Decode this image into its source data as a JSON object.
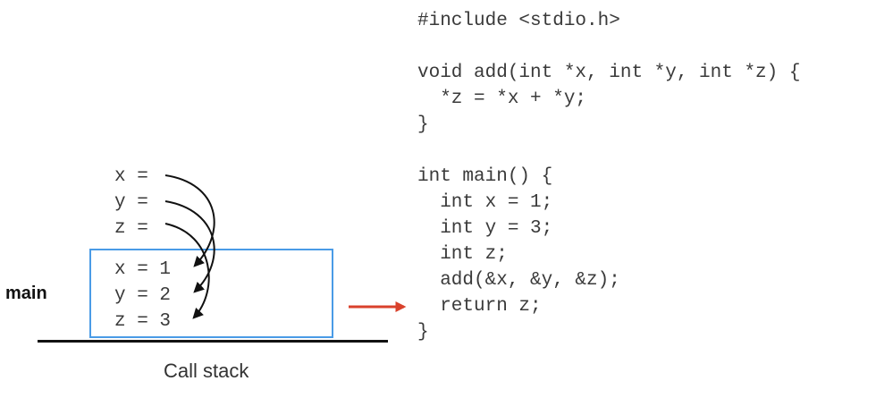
{
  "code_lines": [
    "#include <stdio.h>",
    "",
    "void add(int *x, int *y, int *z) {",
    "  *z = *x + *y;",
    "}",
    "",
    "int main() {",
    "  int x = 1;",
    "  int y = 3;",
    "  int z;",
    "  add(&x, &y, &z);",
    "  return z;",
    "}"
  ],
  "add_frame": {
    "vars": [
      "x =",
      "y =",
      "z ="
    ]
  },
  "main_frame": {
    "label": "main",
    "vars": [
      "x = 1",
      "y = 2",
      "z = 3"
    ]
  },
  "caption": "Call stack",
  "colors": {
    "frame_border": "#4a9be6",
    "pointer_arrow": "#111111",
    "execution_arrow": "#d9412b"
  }
}
